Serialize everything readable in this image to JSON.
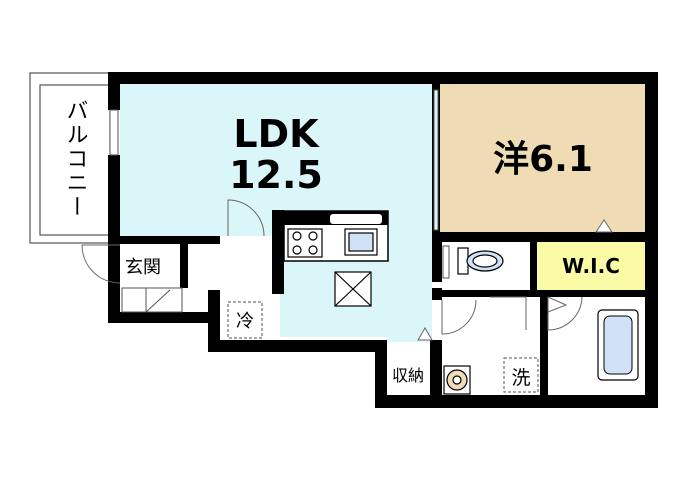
{
  "rooms": {
    "ldk": {
      "name": "LDK",
      "size": "12.5"
    },
    "western": {
      "label": "洋6.1"
    },
    "wic": {
      "label": "W.I.C"
    },
    "entrance": {
      "label": "玄関"
    },
    "fridge": {
      "label": "冷"
    },
    "storage": {
      "label": "収納"
    },
    "washer": {
      "label": "洗"
    },
    "balcony": {
      "label": "バルコニー"
    }
  },
  "colors": {
    "ldk": "#dbf6f8",
    "western": "#efdcb5",
    "wic": "#fbfba6",
    "wall": "#000000",
    "fixture": "#cfe2f7"
  },
  "icons": [
    "stove-icon",
    "sink-icon",
    "toilet-icon",
    "bathtub-icon",
    "washbasin-icon",
    "ventilation-icon",
    "door-swing-icon"
  ]
}
